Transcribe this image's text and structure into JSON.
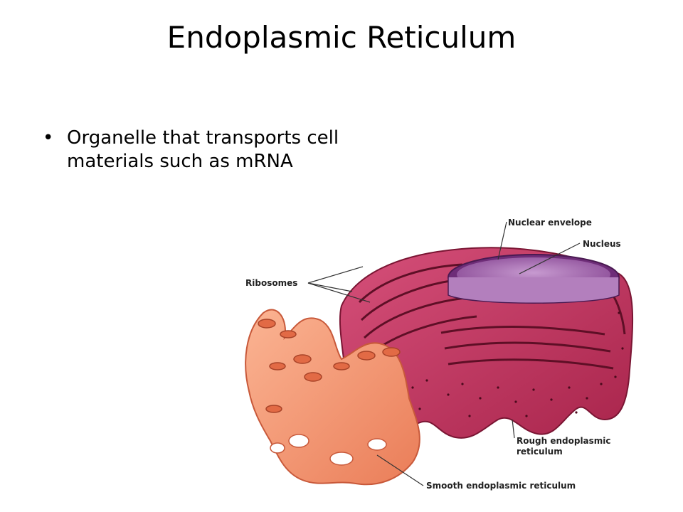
{
  "slide": {
    "title": "Endoplasmic Reticulum",
    "bullets": [
      "Organelle that transports cell materials such as mRNA"
    ]
  },
  "diagram": {
    "labels": {
      "nuclear_envelope": "Nuclear envelope",
      "nucleus": "Nucleus",
      "ribosomes": "Ribosomes",
      "rough_er_line1": "Rough endoplasmic",
      "rough_er_line2": "reticulum",
      "smooth_er": "Smooth endoplasmic reticulum"
    },
    "colors": {
      "rough_er": "#c2375f",
      "rough_er_dark": "#7a1533",
      "smooth_er": "#f59a78",
      "smooth_er_dark": "#c8593a",
      "nucleus": "#9a5aa4",
      "nucleus_light": "#c79ad0"
    }
  }
}
